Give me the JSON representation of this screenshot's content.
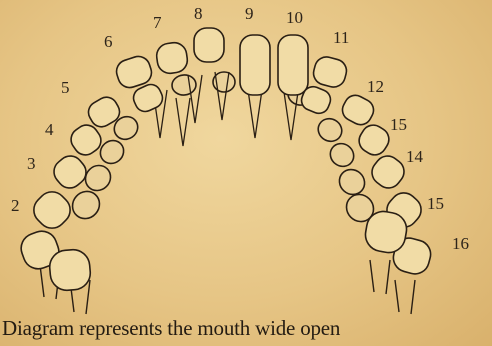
{
  "diagram": {
    "caption": "Diagram represents the mouth wide open",
    "tooth_numbers": [
      "2",
      "3",
      "4",
      "5",
      "6",
      "7",
      "8",
      "9",
      "10",
      "11",
      "12",
      "15",
      "14",
      "15",
      "16"
    ],
    "colors": {
      "paper": "#e8c98a",
      "ink": "#2a1f14",
      "tooth_fill": "#f1dca6"
    }
  }
}
